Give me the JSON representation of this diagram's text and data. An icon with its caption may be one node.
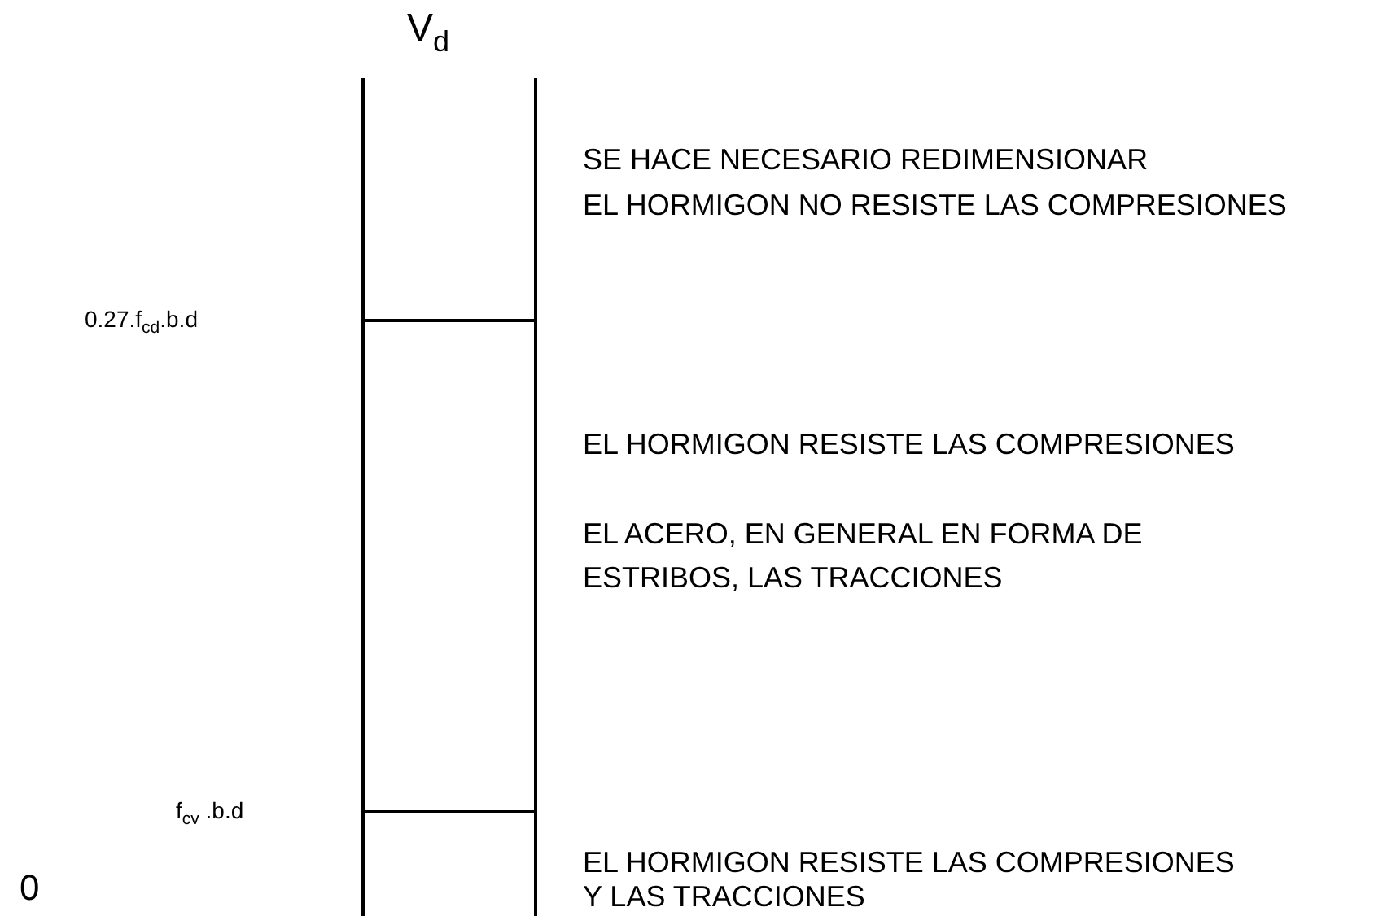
{
  "diagram": {
    "labels": [
      "V$_{d}$",
      "SE HACE NECESARIO REDIMENSIONAR",
      "EL HORMIGON NO RESISTE LAS COMPRESIONES",
      "0.27.f$_{cd}$.b.d",
      "EL HORMIGON RESISTE LAS COMPRESIONES",
      "EL ACERO, EN GENERAL EN FORMA DE ESTRIBOS, LAS TRACCIONES",
      "f$_{cv}$ .b.d",
      "EL HORMIGON RESISTE LAS COMPRESIONES Y LAS TRACCIONES",
      "0"
    ]
  }
}
